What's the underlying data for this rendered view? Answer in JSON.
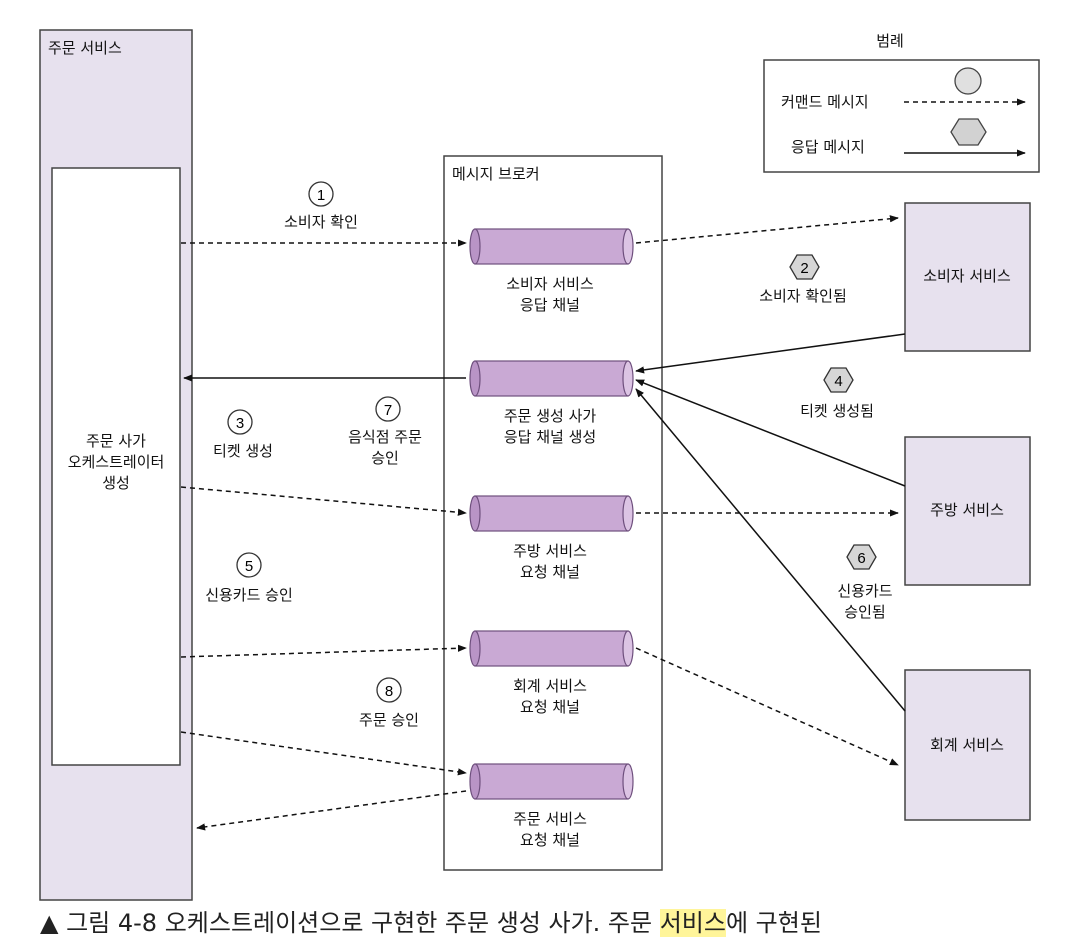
{
  "order_service": {
    "title": "주문 서비스"
  },
  "orchestrator": {
    "lines": [
      "주문 사가",
      "오케스트레이터",
      "생성"
    ]
  },
  "broker": {
    "title": "메시지 브로커"
  },
  "channels": [
    {
      "lines": [
        "소비자 서비스",
        "응답 채널"
      ]
    },
    {
      "lines": [
        "주문 생성 사가",
        "응답 채널 생성"
      ]
    },
    {
      "lines": [
        "주방 서비스",
        "요청 채널"
      ]
    },
    {
      "lines": [
        "회계 서비스",
        "요청 채널"
      ]
    },
    {
      "lines": [
        "주문 서비스",
        "요청 채널"
      ]
    }
  ],
  "services": [
    {
      "label": "소비자 서비스"
    },
    {
      "label": "주방 서비스"
    },
    {
      "label": "회계 서비스"
    }
  ],
  "legend": {
    "title": "범례",
    "command_label": "커맨드 메시지",
    "reply_label": "응답 메시지"
  },
  "steps": [
    {
      "num": "1",
      "lines": [
        "소비자 확인"
      ]
    },
    {
      "num": "2",
      "lines": [
        "소비자 확인됨"
      ]
    },
    {
      "num": "3",
      "lines": [
        "티켓 생성"
      ]
    },
    {
      "num": "4",
      "lines": [
        "티켓 생성됨"
      ]
    },
    {
      "num": "5",
      "lines": [
        "신용카드 승인"
      ]
    },
    {
      "num": "6",
      "lines": [
        "신용카드",
        "승인됨"
      ]
    },
    {
      "num": "7",
      "lines": [
        "음식점 주문",
        "승인"
      ]
    },
    {
      "num": "8",
      "lines": [
        "주문 승인"
      ]
    }
  ],
  "caption": {
    "prefix": "▲ 그림 4-8 오케스트레이션으로 구현한 주문 생성 사가. 주문 ",
    "highlight": "서비스",
    "suffix": "에 구현된"
  },
  "colors": {
    "service_fill": "#e7e1ee",
    "channel_fill": "#c9a9d4",
    "channel_stroke": "#6e4f7d",
    "highlight": "#fff59a"
  }
}
